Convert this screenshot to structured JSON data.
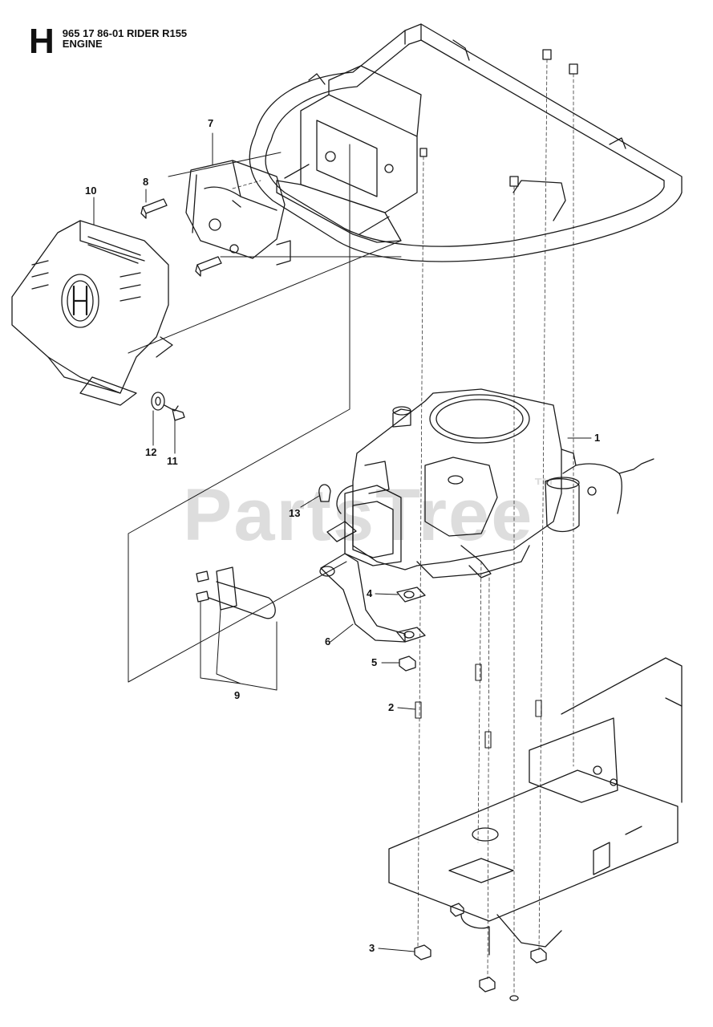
{
  "header": {
    "section_letter": "H",
    "model_line": "965 17 86-01 RIDER R155",
    "section_title": "ENGINE"
  },
  "watermark": {
    "text": "PartsTree",
    "mark": "™"
  },
  "callouts": [
    {
      "id": "c1",
      "label": "1"
    },
    {
      "id": "c2",
      "label": "2"
    },
    {
      "id": "c3",
      "label": "3"
    },
    {
      "id": "c4",
      "label": "4"
    },
    {
      "id": "c5",
      "label": "5"
    },
    {
      "id": "c6",
      "label": "6"
    },
    {
      "id": "c7",
      "label": "7"
    },
    {
      "id": "c8",
      "label": "8"
    },
    {
      "id": "c9",
      "label": "9"
    },
    {
      "id": "c10",
      "label": "10"
    },
    {
      "id": "c11",
      "label": "11"
    },
    {
      "id": "c12",
      "label": "12"
    },
    {
      "id": "c13",
      "label": "13"
    }
  ],
  "colors": {
    "line": "#1a1a1a",
    "watermark": "#bbbbbb"
  }
}
